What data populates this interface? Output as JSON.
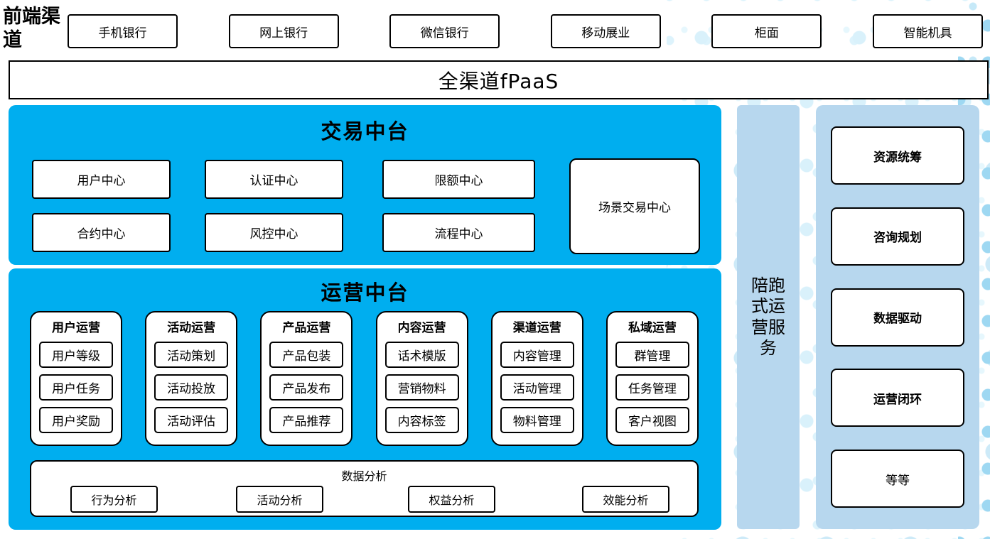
{
  "front_channels": {
    "label": "前端渠道",
    "items": [
      "手机银行",
      "网上银行",
      "微信银行",
      "移动展业",
      "柜面",
      "智能机具"
    ]
  },
  "fpaas": {
    "label": "全渠道fPaaS"
  },
  "transaction_platform": {
    "title": "交易中台",
    "row1": [
      "用户中心",
      "认证中心",
      "限额中心"
    ],
    "row2": [
      "合约中心",
      "风控中心",
      "流程中心"
    ],
    "scene_center": "场景交易中心"
  },
  "operation_platform": {
    "title": "运营中台",
    "columns": [
      {
        "title": "用户运营",
        "items": [
          "用户等级",
          "用户任务",
          "用户奖励"
        ]
      },
      {
        "title": "活动运营",
        "items": [
          "活动策划",
          "活动投放",
          "活动评估"
        ]
      },
      {
        "title": "产品运营",
        "items": [
          "产品包装",
          "产品发布",
          "产品推荐"
        ]
      },
      {
        "title": "内容运营",
        "items": [
          "话术模版",
          "营销物料",
          "内容标签"
        ]
      },
      {
        "title": "渠道运营",
        "items": [
          "内容管理",
          "活动管理",
          "物料管理"
        ]
      },
      {
        "title": "私域运营",
        "items": [
          "群管理",
          "任务管理",
          "客户视图"
        ]
      }
    ],
    "data_analysis": {
      "title": "数据分析",
      "items": [
        "行为分析",
        "活动分析",
        "权益分析",
        "效能分析"
      ]
    }
  },
  "side_service": {
    "label": "陪跑式运营服务"
  },
  "service_panel": {
    "items": [
      "资源统筹",
      "咨询规划",
      "数据驱动",
      "运营闭环",
      "等等"
    ]
  },
  "colors": {
    "accent_blue": "#00aeef",
    "panel_light_blue": "#b7d7ee",
    "dot_light_cyan": "#d9f1fb"
  }
}
